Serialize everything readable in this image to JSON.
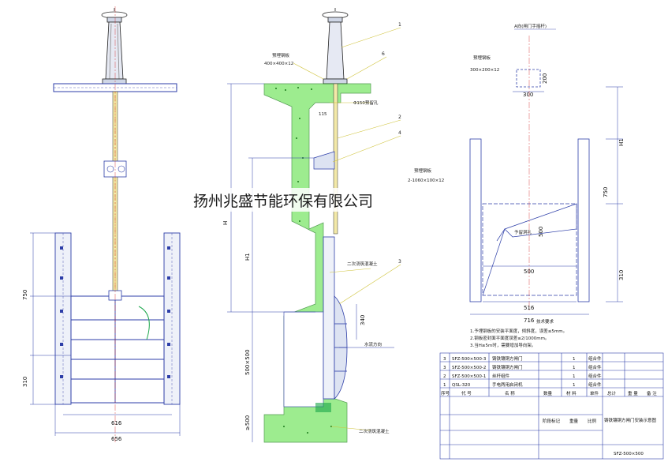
{
  "company": "扬州兆盛节能环保有限公司",
  "left_view": {
    "dims": {
      "h750": "750",
      "h310": "310",
      "w616": "616",
      "w656": "656"
    }
  },
  "middle_view": {
    "labels": {
      "embed_plate_top": "预埋钢板",
      "embed_plate_top_size": "400×400×12",
      "hole": "Φ150预留孔",
      "d115": "115",
      "secondary_concrete_upper": "二次浇筑混凝土",
      "secondary_concrete_lower": "二次浇筑混凝土",
      "flow_direction": "水流方向"
    },
    "dims": {
      "H": "H",
      "H1": "H1",
      "d500": "500×500",
      "d340": "340",
      "d500b": "≥500"
    },
    "callouts": [
      "1",
      "6",
      "2",
      "4",
      "3"
    ]
  },
  "right_view": {
    "title": "A向(闸门手摇杆)",
    "labels": {
      "embed_plate_top": "预埋钢板",
      "embed_plate_top_size": "300×200×12",
      "embed_plate_side": "预埋钢板",
      "embed_plate_side_size": "2-1060×100×12",
      "rib": "予留洞孔"
    },
    "dims": {
      "d200": "200",
      "d300": "300",
      "H1": "H1",
      "d750": "750",
      "d500": "500",
      "d500b": "500",
      "d310": "310",
      "d516": "516",
      "d716": "716"
    }
  },
  "notes": {
    "title": "技术要求",
    "lines": [
      "1.予埋钢板的安装平面度，倾斜度，误差≤5mm。",
      "2.钢板密封面平面度误差≤2/1000mm。",
      "3.当H≥5m时，需要增加导向架。"
    ]
  },
  "parts_table": {
    "rows": [
      {
        "no": "3",
        "code": "SFZ-500×500-3",
        "name": "铸铁镶铜方闸门",
        "qty": "1",
        "mat": "组合件"
      },
      {
        "no": "3",
        "code": "SFZ-500×500-2",
        "name": "铸铁镶铜方闸门",
        "qty": "1",
        "mat": "组合件"
      },
      {
        "no": "2",
        "code": "SFZ-500×500-1",
        "name": "丝杆组件",
        "qty": "1",
        "mat": "组合件"
      },
      {
        "no": "1",
        "code": "QSL-320",
        "name": "手电两用启闭机",
        "qty": "1",
        "mat": "组合件"
      }
    ],
    "headers": [
      "序号",
      "代 号",
      "名 称",
      "数量",
      "材 料",
      "单件",
      "总计",
      "重 量",
      "备 注"
    ],
    "title_block": {
      "drawing_title": "铸铁镶铜方闸门安装示意图",
      "drawing_code": "SFZ-500×500",
      "stage_labels": [
        "阶段标记",
        "重量",
        "比例"
      ]
    }
  }
}
